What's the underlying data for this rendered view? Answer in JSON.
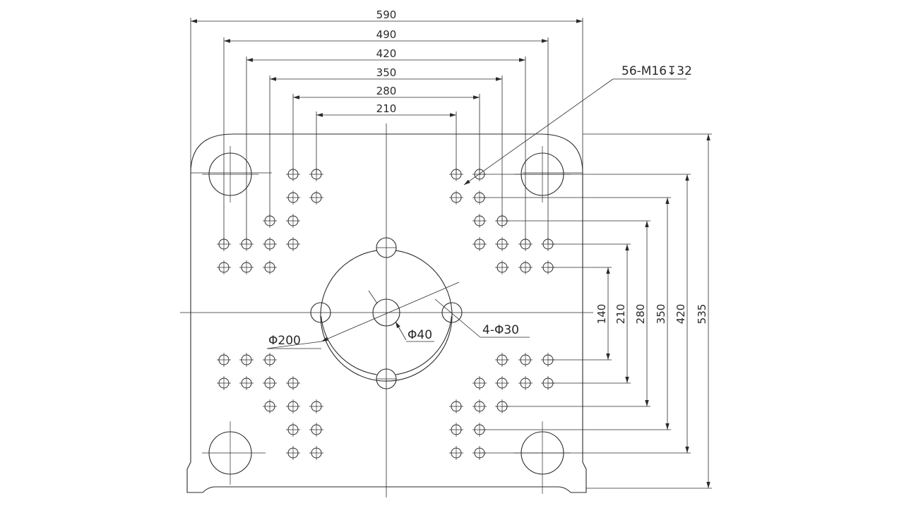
{
  "drawing": {
    "width_dims": [
      "590",
      "490",
      "420",
      "350",
      "280",
      "210"
    ],
    "height_dims": [
      "140",
      "210",
      "280",
      "350",
      "420",
      "535"
    ],
    "tapped_hole_note": "56-M16↧32",
    "bolt_circle_label": "Φ200",
    "center_hole_label": "Φ40",
    "pin_holes_label": "4-Φ30"
  }
}
